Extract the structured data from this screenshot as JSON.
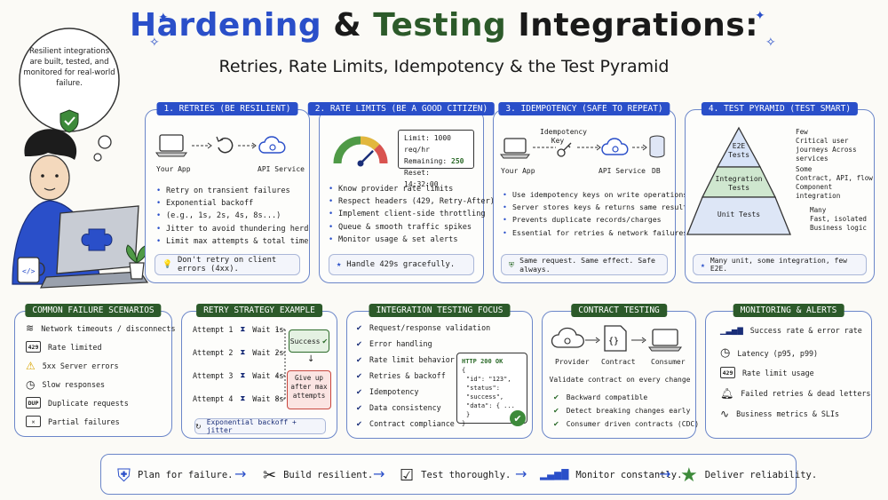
{
  "title": {
    "part1": "Hardening",
    "amp": "&",
    "part2": "Testing",
    "part3": "Integrations:"
  },
  "subtitle": "Retries, Rate Limits, Idempotency & the Test Pyramid",
  "thought": "Resilient integrations are built, tested, and monitored for real-world failure.",
  "retries": {
    "tag": "1. RETRIES (BE RESILIENT)",
    "your_app": "Your App",
    "api_service": "API Service",
    "bullets": [
      "Retry on transient failures",
      "Exponential backoff",
      "(e.g., 1s, 2s, 4s, 8s...)",
      "Jitter to avoid thundering herd",
      "Limit max attempts & total time"
    ],
    "note": "Don't retry on client errors (4xx)."
  },
  "rate_limits": {
    "tag": "2. RATE LIMITS (BE A GOOD CITIZEN)",
    "limit_label": "Limit:",
    "limit_value": "1000 req/hr",
    "remaining_label": "Remaining:",
    "remaining_value": "250",
    "reset_label": "Reset:",
    "reset_value": "14:32:00",
    "gauge_level": 0.75,
    "bullets": [
      "Know provider rate limits",
      "Respect headers (429, Retry-After)",
      "Implement client-side throttling",
      "Queue & smooth traffic spikes",
      "Monitor usage & set alerts"
    ],
    "note": "Handle 429s gracefully."
  },
  "idempotency": {
    "tag": "3. IDEMPOTENCY (SAFE TO REPEAT)",
    "key_label": "Idempotency Key",
    "your_app": "Your App",
    "api_service": "API Service",
    "db": "DB",
    "bullets": [
      "Use idempotency keys on write operations",
      "Server stores keys & returns same result",
      "Prevents duplicate records/charges",
      "Essential for retries & network failures"
    ],
    "note": "Same request. Same effect. Safe always."
  },
  "pyramid": {
    "tag": "4. TEST PYRAMID (TEST SMART)",
    "levels": [
      {
        "name": "E2E Tests",
        "amount": "Few",
        "desc": "Critical user journeys Across services",
        "color": "#d7e3f7"
      },
      {
        "name": "Integration Tests",
        "amount": "Some",
        "desc": "Contract, API, flow Component integration",
        "color": "#cfe7cf"
      },
      {
        "name": "Unit Tests",
        "amount": "Many",
        "desc": "Fast, isolated Business logic",
        "color": "#dde6f6"
      }
    ],
    "note": "Many unit, some integration, few E2E."
  },
  "failures": {
    "tag": "COMMON FAILURE SCENARIOS",
    "items": [
      {
        "icon": "wifi-icon",
        "glyph": "",
        "label": "Network timeouts / disconnects"
      },
      {
        "icon": "rate-limit-icon",
        "glyph": "429",
        "label": "Rate limited"
      },
      {
        "icon": "warning-icon",
        "glyph": "",
        "label": "5xx Server errors"
      },
      {
        "icon": "clock-icon",
        "glyph": "",
        "label": "Slow responses"
      },
      {
        "icon": "duplicate-icon",
        "glyph": "DUP",
        "label": "Duplicate requests"
      },
      {
        "icon": "x-icon",
        "glyph": "✕",
        "label": "Partial failures"
      }
    ]
  },
  "retry_example": {
    "tag": "RETRY STRATEGY EXAMPLE",
    "attempts": [
      {
        "attempt": "Attempt 1",
        "wait": "Wait 1s"
      },
      {
        "attempt": "Attempt 2",
        "wait": "Wait 2s"
      },
      {
        "attempt": "Attempt 3",
        "wait": "Wait 4s"
      },
      {
        "attempt": "Attempt 4",
        "wait": "Wait 8s"
      }
    ],
    "success": "Success",
    "give_up": "Give up after max attempts",
    "footer": "Exponential backoff + jitter"
  },
  "integration_focus": {
    "tag": "INTEGRATION TESTING FOCUS",
    "items": [
      "Request/response validation",
      "Error handling",
      "Rate limit behavior (429)",
      "Retries & backoff",
      "Idempotency",
      "Data consistency",
      "Contract compliance"
    ],
    "code": {
      "status": "HTTP 200 OK",
      "l1": "{",
      "l2": "\"id\": \"123\",",
      "l3": "\"status\": \"success\",",
      "l4": "\"data\": { ... }",
      "l5": "}"
    }
  },
  "contract": {
    "tag": "CONTRACT TESTING",
    "provider": "Provider",
    "contract": "Contract",
    "consumer": "Consumer",
    "caption": "Validate contract on every change",
    "items": [
      "Backward compatible",
      "Detect breaking changes early",
      "Consumer driven contracts (CDC)"
    ]
  },
  "monitoring": {
    "tag": "MONITORING & ALERTS",
    "items": [
      {
        "icon": "bar-chart-icon",
        "label": "Success rate & error rate"
      },
      {
        "icon": "clock-icon",
        "label": "Latency (p95, p99)"
      },
      {
        "icon": "rate-limit-icon",
        "label": "Rate limit usage"
      },
      {
        "icon": "bell-icon",
        "label": "Failed retries & dead letters"
      },
      {
        "icon": "pulse-icon",
        "label": "Business metrics & SLIs"
      }
    ],
    "badge": "429"
  },
  "bottom": [
    "Plan for failure.",
    "Build resilient.",
    "Test thoroughly.",
    "Monitor constantly.",
    "Deliver reliability."
  ]
}
